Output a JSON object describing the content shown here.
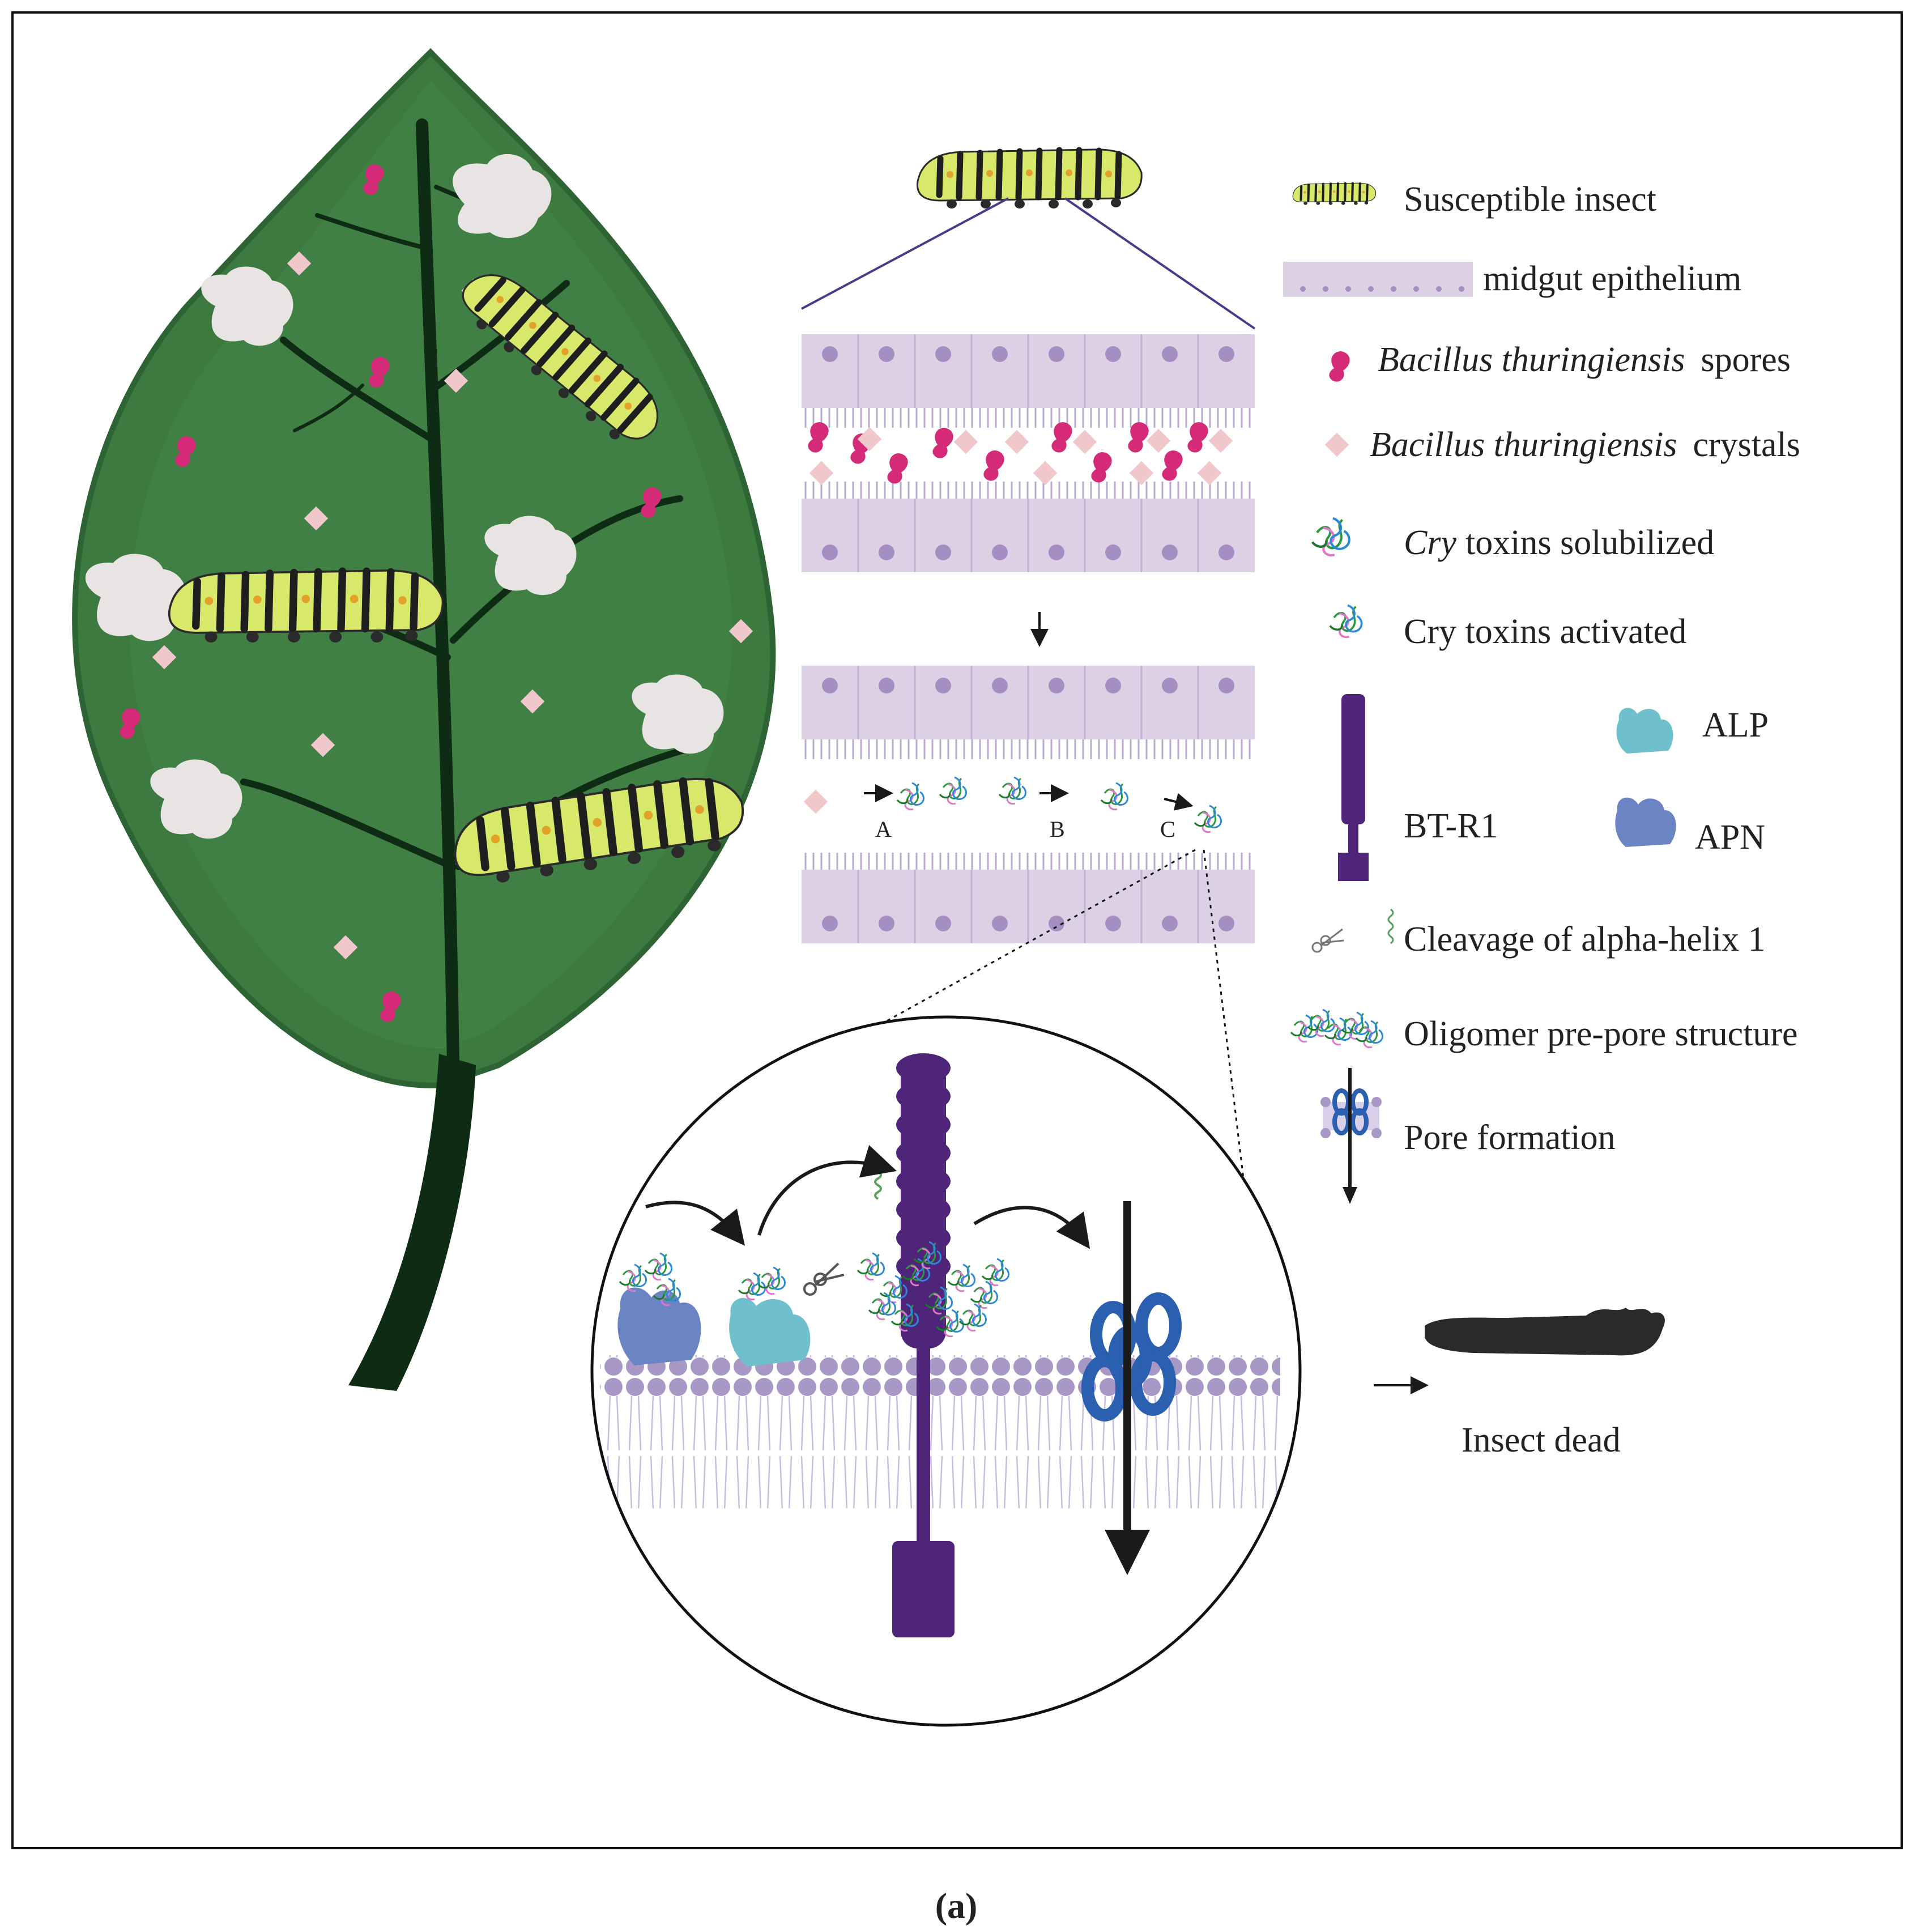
{
  "legend": {
    "susceptible_insect": "Susceptible insect",
    "midgut_epithelium": "midgut epithelium",
    "spores_italic": "Bacillus thuringiensis",
    "spores_suffix": "spores",
    "crystals_italic": "Bacillus thuringiensis",
    "crystals_suffix": "crystals",
    "cry_solubilized_italic": "Cry",
    "cry_solubilized_suffix": "toxins solubilized",
    "cry_activated": "Cry toxins  activated",
    "alp": "ALP",
    "btr1": "BT-R1",
    "apn": "APN",
    "cleavage": "Cleavage of alpha-helix 1",
    "oligomer": "Oligomer pre-pore structure",
    "pore_formation": "Pore formation"
  },
  "steps": {
    "a": "A",
    "b": "B",
    "c": "C"
  },
  "outcome": {
    "insect_dead": "Insect dead"
  },
  "caption": "(a)",
  "colors": {
    "leaf": "#3d7a40",
    "leaf_edge": "#2e6434",
    "vein": "#0e2b14",
    "bite_hole": "#e9e4e4",
    "spore": "#d42a78",
    "crystal": "#f0c8cc",
    "epithelium": "#dcd0e4",
    "nucleus": "#a58ec2",
    "membrane_head": "#a898c6",
    "receptor": "#4e2578",
    "alp": "#6fc0cc",
    "apn": "#6a84c4",
    "pore": "#2b5fb0",
    "caterpillar_body": "#d8e86a",
    "caterpillar_stripe": "#1e1e1e"
  }
}
